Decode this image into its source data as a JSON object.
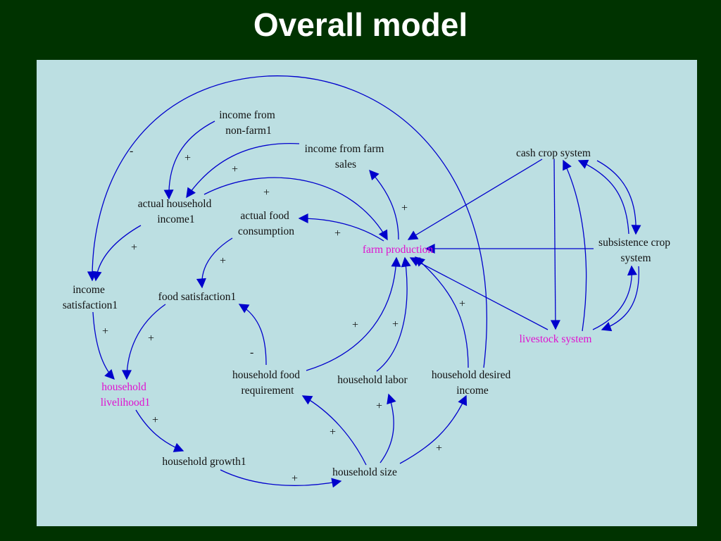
{
  "title": "Overall model",
  "colors": {
    "background": "#003300",
    "panel": "#bcdfe2",
    "arrow": "#0000cc",
    "text": "#111111",
    "highlight": "#e010d0"
  },
  "nodes": {
    "income_nonfarm": [
      "income from",
      "non-farm1"
    ],
    "income_farm": [
      "income from farm",
      "sales"
    ],
    "cash_crop": [
      "cash crop system"
    ],
    "actual_income": [
      "actual household",
      "income1"
    ],
    "actual_food": [
      "actual food",
      "consumption"
    ],
    "farm_production": [
      "farm production"
    ],
    "subsistence": [
      "subsistence crop",
      "system"
    ],
    "income_sat": [
      "income",
      "satisfaction1"
    ],
    "food_sat": [
      "food satisfaction1"
    ],
    "livestock": [
      "livestock system"
    ],
    "livelihood": [
      "household",
      "livelihood1"
    ],
    "food_req": [
      "household food",
      "requirement"
    ],
    "labor": [
      "household labor"
    ],
    "desired_income": [
      "household desired",
      "income"
    ],
    "growth": [
      "household growth1"
    ],
    "size": [
      "household size"
    ]
  },
  "polarities": {
    "p1": "-",
    "p2": "+",
    "p3": "+",
    "p4": "+",
    "p5": "+",
    "p6": "+",
    "p7": "+",
    "p8": "+",
    "p9": "+",
    "p10": "+",
    "p11": "+",
    "p12": "-",
    "p13": "+",
    "p14": "+",
    "p15": "+",
    "p16": "+",
    "p17": "+",
    "p18": "+",
    "p19": "+"
  }
}
